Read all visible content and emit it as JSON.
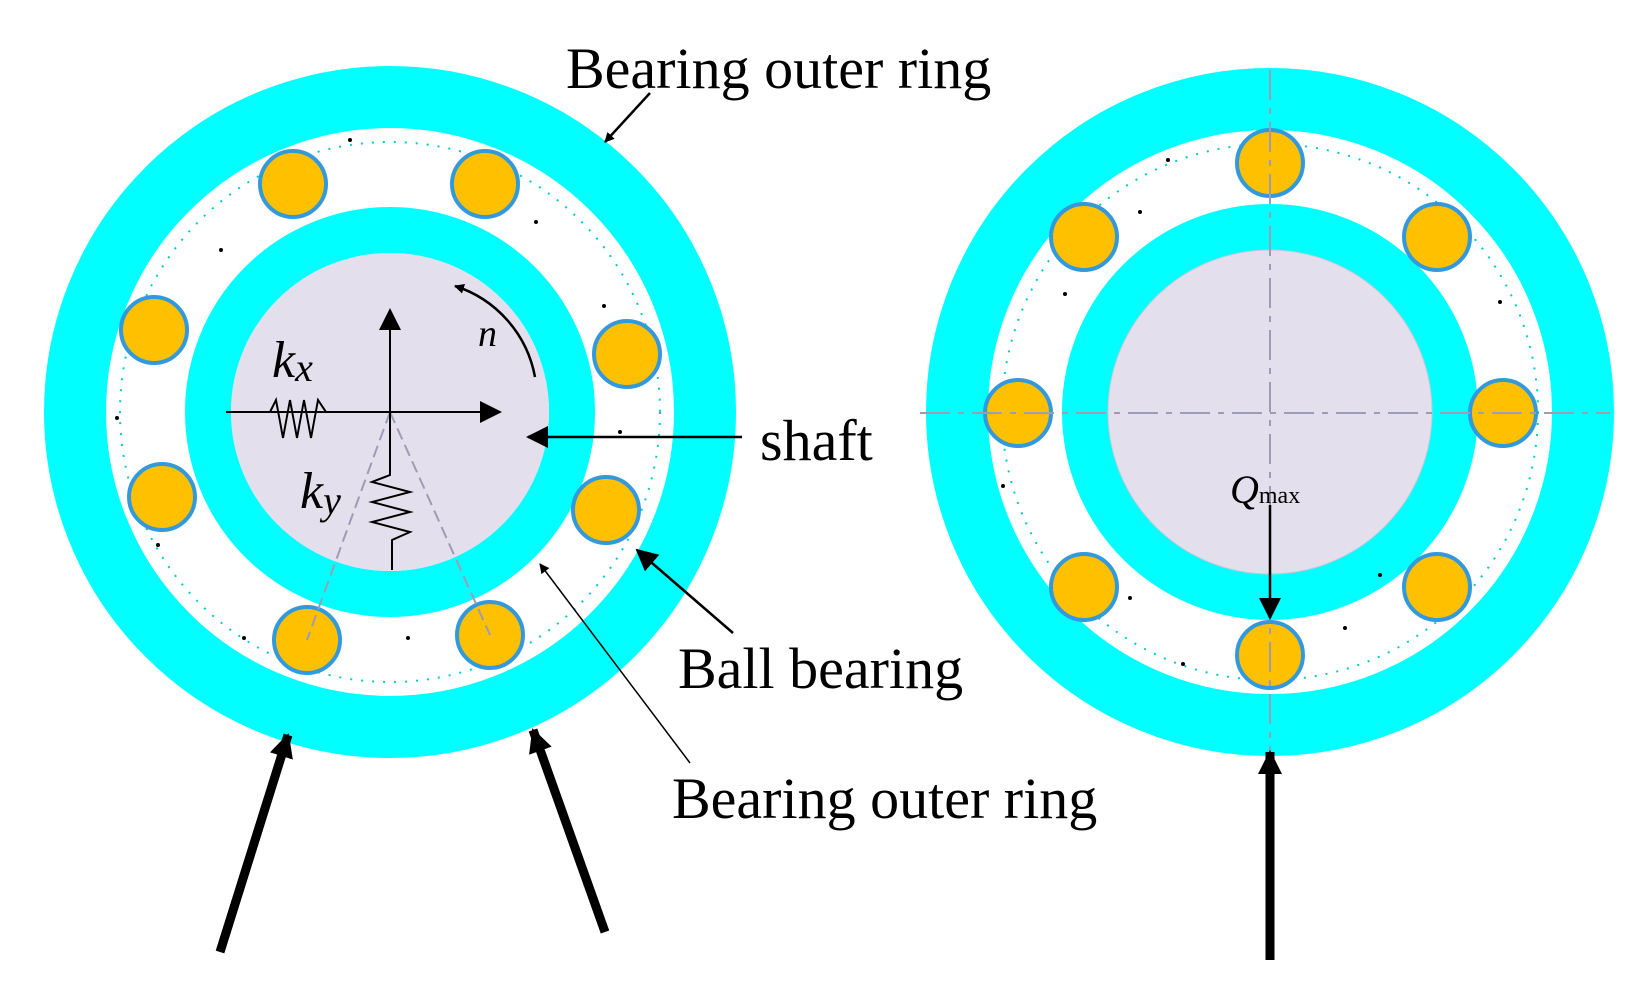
{
  "labels": {
    "outer_ring_top": "Bearing outer ring",
    "shaft": "shaft",
    "ball_bearing": "Ball bearing",
    "outer_ring_bottom": "Bearing outer ring",
    "kx_main": "k",
    "kx_sub": "x",
    "ky_main": "k",
    "ky_sub": "y",
    "n": "n",
    "qmax_main": "Q",
    "qmax_sub": "max"
  },
  "colors": {
    "ring": "#00FFFF",
    "ball_fill": "#FFC000",
    "ball_edge": "#3399DD",
    "shaft": "#E4DFEC",
    "line": "#000000",
    "dash": "#9C9CB4"
  }
}
